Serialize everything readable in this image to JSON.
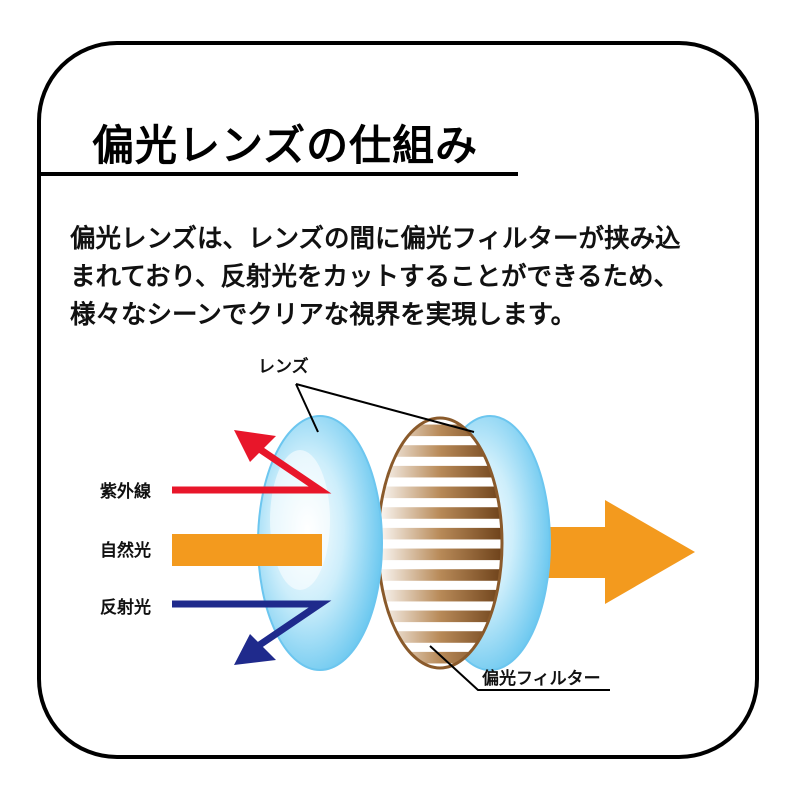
{
  "title": "偏光レンズの仕組み",
  "description": [
    "偏光レンズは、レンズの間に偏光フィルターが挟み込",
    "まれており、反射光をカットすることができるため、",
    "様々なシーンでクリアな視界を実現します。"
  ],
  "diagram": {
    "lens_label": "レンズ",
    "filter_label": "偏光フィルター",
    "rays": [
      {
        "label": "紫外線",
        "color": "#e8162a"
      },
      {
        "label": "自然光",
        "color": "#f39a1e"
      },
      {
        "label": "反射光",
        "color": "#1f2a8c"
      }
    ],
    "lens_color": "#8fd3f2",
    "filter_color": "#8a5a2b",
    "output_color": "#f39a1e"
  }
}
